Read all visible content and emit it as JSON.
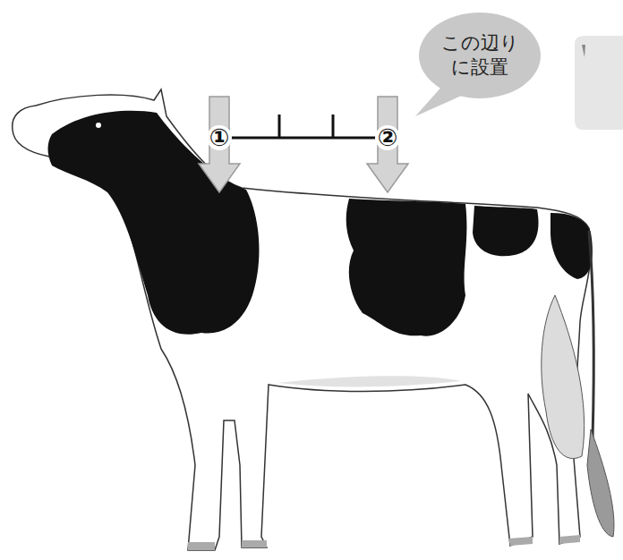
{
  "diagram": {
    "nodes": [
      {
        "text": [
          "この辺り に設置"
        ]
      }
    ],
    "labels": [
      "①",
      "②"
    ]
  }
}
